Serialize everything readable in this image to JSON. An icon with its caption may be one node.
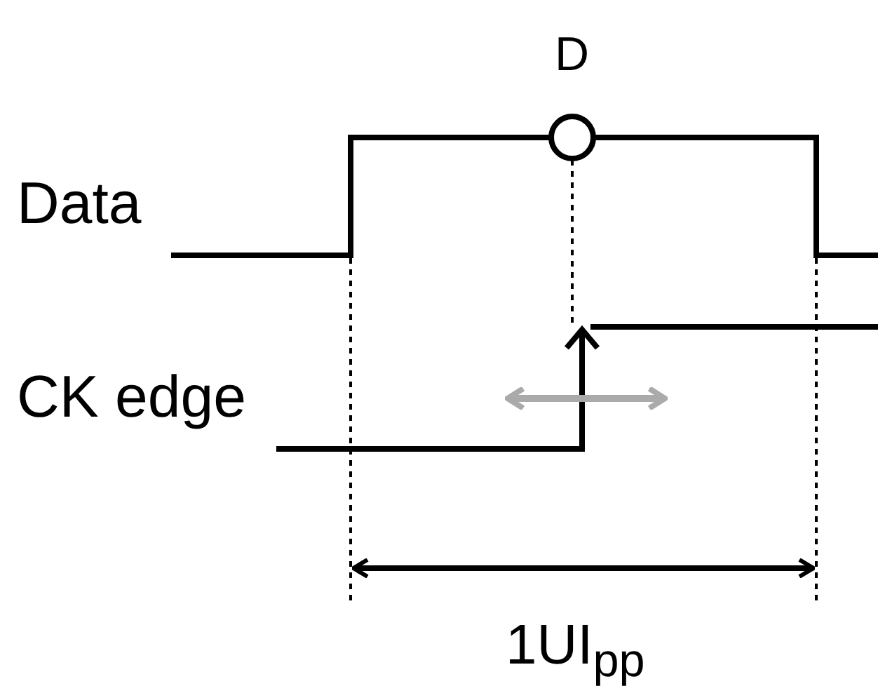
{
  "diagram": {
    "labels": [
      "D",
      "Data",
      "CK edge",
      "1UI$_{pp}$"
    ]
  }
}
